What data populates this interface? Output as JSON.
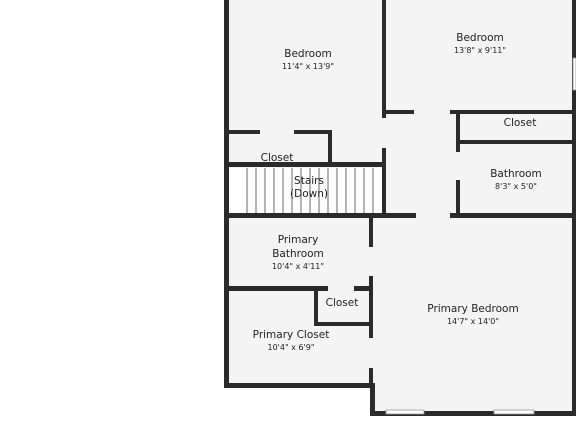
{
  "rooms": {
    "bedroom_left": {
      "name": "Bedroom",
      "dims": "11'4\" x 13'9\""
    },
    "bedroom_right": {
      "name": "Bedroom",
      "dims": "13'8\" x 9'11\""
    },
    "closet_right": {
      "name": "Closet"
    },
    "closet_left": {
      "name": "Closet"
    },
    "stairs": {
      "name_line1": "Stairs",
      "name_line2": "(Down)"
    },
    "bathroom": {
      "name": "Bathroom",
      "dims": "8'3\" x 5'0\""
    },
    "primary_bathroom": {
      "name_line1": "Primary",
      "name_line2": "Bathroom",
      "dims": "10'4\" x 4'11\""
    },
    "closet_middle": {
      "name": "Closet"
    },
    "primary_closet": {
      "name": "Primary Closet",
      "dims": "10'4\" x 6'9\""
    },
    "primary_bedroom": {
      "name": "Primary Bedroom",
      "dims": "14'7\" x 14'0\""
    }
  },
  "colors": {
    "wall": "#2b2b2b",
    "floor": "#f4f4f4",
    "window": "#cfcfcf"
  }
}
